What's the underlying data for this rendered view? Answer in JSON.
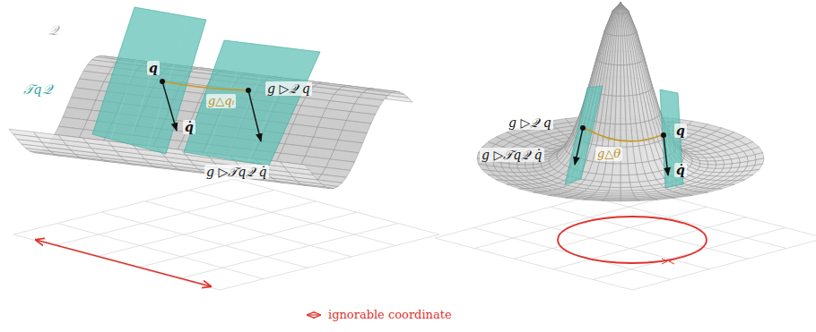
{
  "diagram": {
    "labels": [
      "𝒬",
      "𝒯q𝒬",
      "q",
      "q̇",
      "g△qᵢ",
      "g ▷𝒬 q",
      "g ▷𝒯q𝒬 q̇",
      "g ▷𝒬 q",
      "g ▷𝒯q𝒬 q̇",
      "g△θ",
      "q",
      "q̇"
    ],
    "legend": [
      {
        "text": "ignorable coordinate"
      }
    ]
  }
}
